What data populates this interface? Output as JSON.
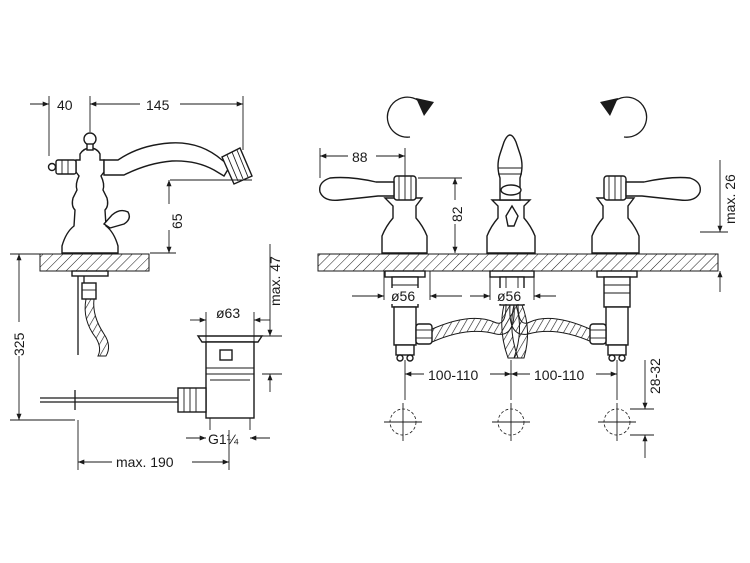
{
  "dimensions": {
    "d40": "40",
    "d145": "145",
    "d65": "65",
    "d325": "325",
    "d_max47": "max. 47",
    "d_o63": "ø63",
    "d_g114": "G1¼",
    "d_max190": "max. 190",
    "d88": "88",
    "d82": "82",
    "d_max26": "max. 26",
    "d_o56_left": "ø56",
    "d_o56_right": "ø56",
    "d_100_110_left": "100-110",
    "d_100_110_right": "100-110",
    "d_28_32": "28-32"
  },
  "icons": {
    "rotate_cw": "rotate-clockwise-arrow-icon",
    "rotate_ccw": "rotate-counterclockwise-arrow-icon"
  },
  "colors": {
    "line": "#1a1a1a",
    "background": "#ffffff"
  }
}
